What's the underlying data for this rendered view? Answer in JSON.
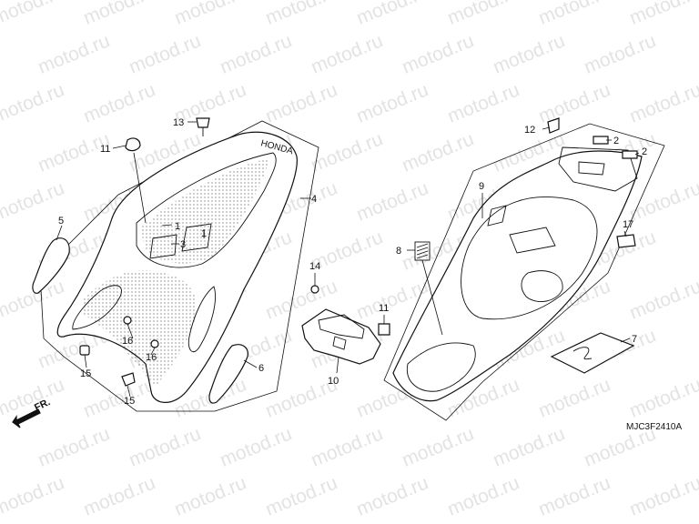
{
  "watermark": {
    "text": "motod.ru",
    "color": "#e3e3e3"
  },
  "diagram_code": "MJC3F2410A",
  "direction_label": "FR.",
  "callouts": {
    "c1a": "1",
    "c1b": "1",
    "c2a": "2",
    "c2b": "2",
    "c3": "3",
    "c4": "4",
    "c5": "5",
    "c6": "6",
    "c7": "7",
    "c8": "8",
    "c9": "9",
    "c10": "10",
    "c11a": "11",
    "c11b": "11",
    "c12": "12",
    "c13": "13",
    "c14": "14",
    "c15a": "15",
    "c15b": "15",
    "c16a": "16",
    "c16b": "16",
    "c17": "17"
  }
}
